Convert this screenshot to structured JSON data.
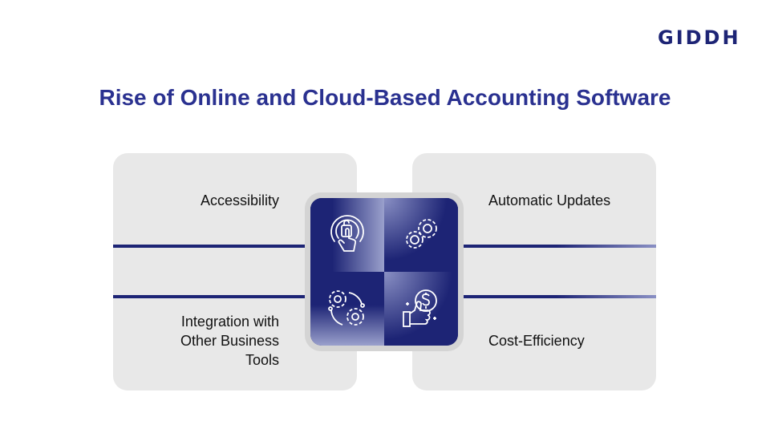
{
  "brand": {
    "logo_text": "GIDDH"
  },
  "title": "Rise of Online and Cloud-Based Accounting Software",
  "features": {
    "top_left": "Accessibility",
    "top_right": "Automatic Updates",
    "bottom_left": [
      "Integration with",
      "Other Business",
      "Tools"
    ],
    "bottom_right": "Cost-Efficiency"
  },
  "icons": [
    "touch-access-icon",
    "gears-icon",
    "integration-gears-icon",
    "thumbs-up-dollar-icon"
  ],
  "colors": {
    "accent": "#1d2475",
    "title": "#2a3190",
    "card": "#e8e8e8"
  }
}
